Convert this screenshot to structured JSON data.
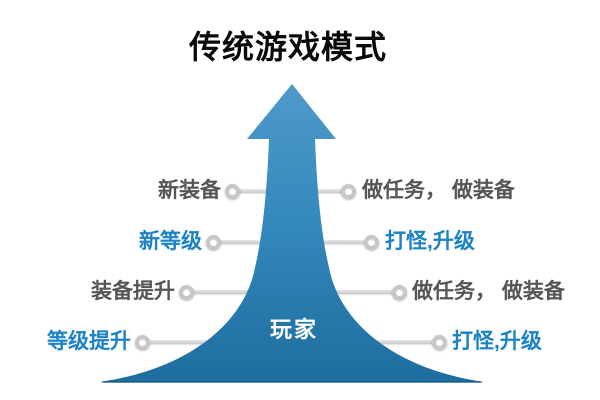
{
  "title": "传统游戏模式",
  "center_label": "玩家",
  "rows": [
    {
      "left_label": "新装备",
      "right_label": "做任务， 做装备",
      "tone": "gray"
    },
    {
      "left_label": "新等级",
      "right_label": "打怪,升级",
      "tone": "blue"
    },
    {
      "left_label": "装备提升",
      "right_label": "做任务， 做装备",
      "tone": "gray"
    },
    {
      "left_label": "等级提升",
      "right_label": "打怪,升级",
      "tone": "blue"
    }
  ],
  "colors": {
    "title_text": "#0a0a0a",
    "label_gray": "#555555",
    "label_blue": "#1a82c5",
    "arrow_gradient_top": "#4f9aca",
    "arrow_gradient_mid": "#3489bd",
    "arrow_gradient_bottom": "#1e6d9f",
    "arrow_base_edge": "#13537a",
    "connector_line": "#d4d4d4",
    "center_label_text": "#ffffff",
    "background": "#ffffff"
  }
}
